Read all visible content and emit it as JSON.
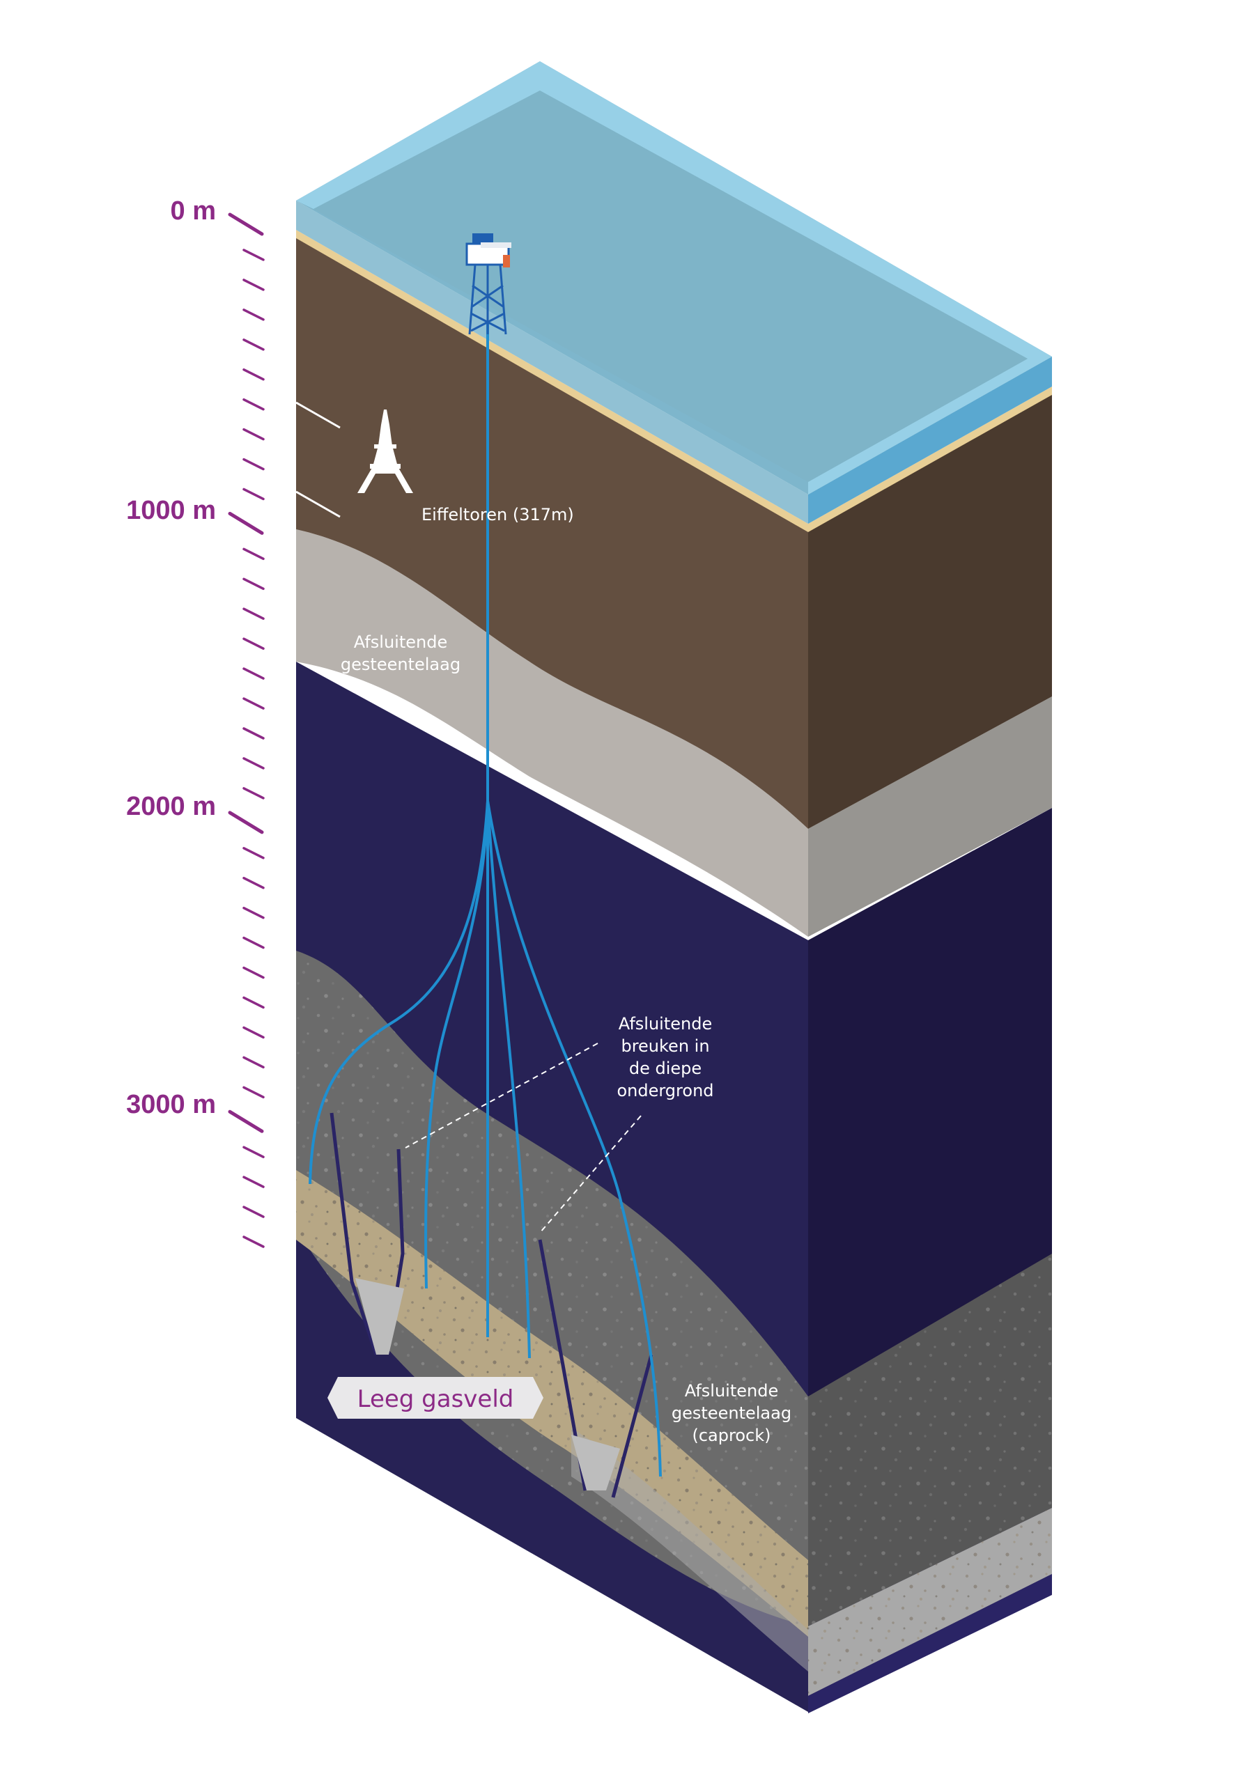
{
  "depth_scale": {
    "labels": [
      "0 m",
      "1000 m",
      "2000 m",
      "3000 m"
    ],
    "color": "#8c2a86"
  },
  "labels": {
    "eiffel": "Eiffeltoren (317m)",
    "seal_top": [
      "Afsluitende",
      "gesteentelaag"
    ],
    "faults": [
      "Afsluitende",
      "breuken in",
      "de diepe",
      "ondergrond"
    ],
    "caprock": [
      "Afsluitende",
      "gesteentelaag",
      "(caprock)"
    ],
    "gasfield": "Leeg gasveld"
  },
  "icons": {
    "platform": "offshore-platform-icon",
    "eiffel": "eiffel-tower-icon"
  },
  "colors": {
    "sea": "#7eb6cc",
    "sea_top": "#9ad3ea",
    "sand": "#e8cf96",
    "brown": "#634f40",
    "brown_side": "#4a3a2e",
    "grey_light": "#b7b2ad",
    "grey_light_side": "#979591",
    "navy": "#272255",
    "navy_side": "#1d1741",
    "rock": "#6b6b6b",
    "rock_side": "#575757",
    "gas_sand": "#b7a785",
    "well": "#1f8fd0",
    "fault": "#2a2465"
  }
}
